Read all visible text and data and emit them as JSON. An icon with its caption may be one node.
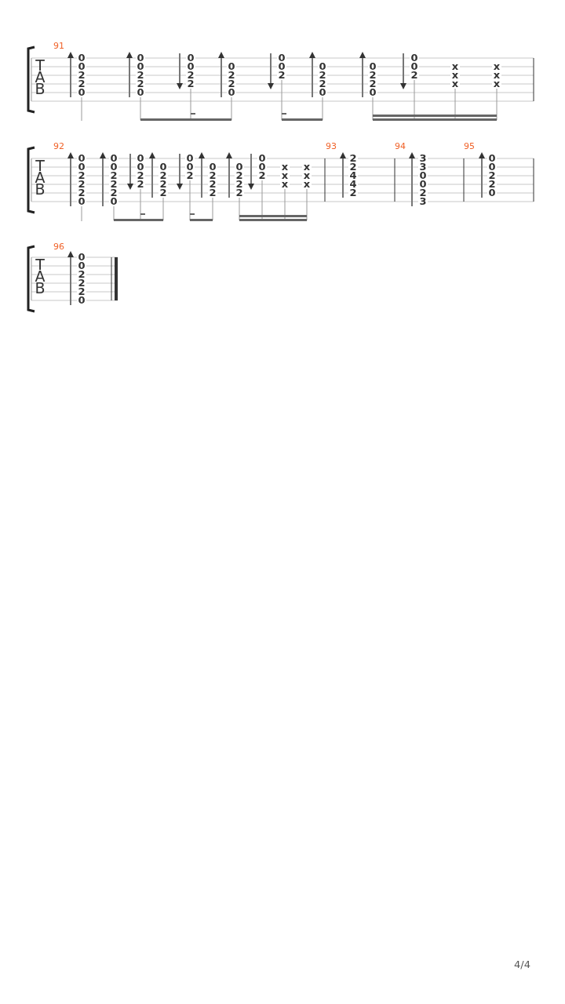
{
  "diagram": {
    "labels": [
      "91",
      "T A B",
      "0 0 2 2 0",
      "0 0 2 2 0",
      "0 0 2 2",
      "0 2 2 0",
      "0 0 2",
      "0 2 2 0",
      "0 2 2 0",
      "0 0 2",
      "x x x",
      "x x x",
      "92",
      "T A B",
      "0 0 2 2 2 0",
      "0 0 2 2 2 0",
      "0 0 2 2",
      "0 2 2 2",
      "0 0 2",
      "0 2 2 2",
      "0 2 2 2",
      "0 0 2",
      "x x x",
      "x x x",
      "93",
      "2 2 4 4 2",
      "94",
      "3 3 0 0 2 3",
      "95",
      "0 0 2 2 0",
      "96",
      "T A B",
      "0 0 2 2 2 0",
      "4/4"
    ]
  }
}
